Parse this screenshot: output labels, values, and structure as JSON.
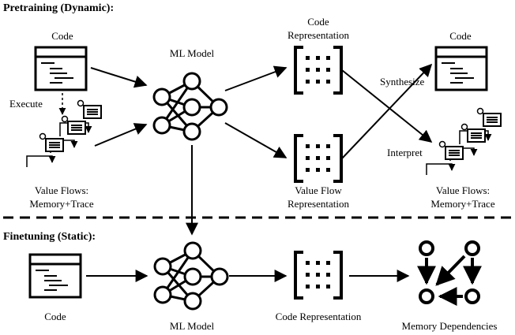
{
  "sections": {
    "pretraining": "Pretraining (Dynamic):",
    "finetuning": "Finetuning (Static):"
  },
  "labels": {
    "code_top_left": "Code",
    "ml_model_top": "ML Model",
    "execute": "Execute",
    "value_flows_left_1": "Value Flows:",
    "value_flows_left_2": "Memory+Trace",
    "code_repr_top_1": "Code",
    "code_repr_top_2": "Representation",
    "value_flow_repr_1": "Value Flow",
    "value_flow_repr_2": "Representation",
    "code_top_right": "Code",
    "synthesize": "Synthesize",
    "interpret": "Interpret",
    "value_flows_right_1": "Value Flows:",
    "value_flows_right_2": "Memory+Trace",
    "code_bottom": "Code",
    "ml_model_bottom": "ML Model",
    "code_repr_bottom": "Code Representation",
    "memory_dependencies": "Memory Dependencies"
  }
}
